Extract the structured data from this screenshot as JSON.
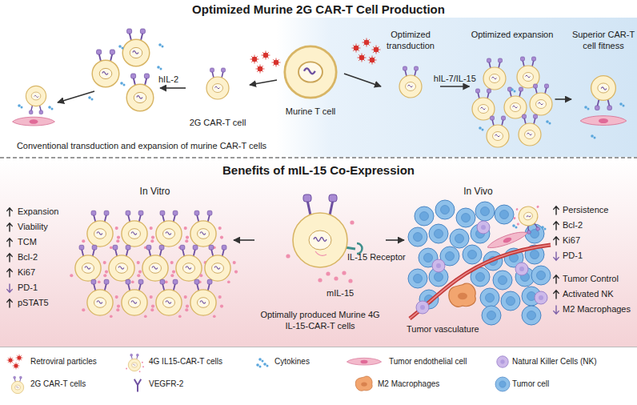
{
  "diagram": {
    "title": "Optimized Murine 2G CAR-T Cell Production",
    "nodes": [
      {
        "text": [
          "Murine T cell"
        ]
      },
      {
        "text": [
          "2G CAR-T cell"
        ]
      },
      {
        "text": [
          "Optimized transduction"
        ]
      },
      {
        "text": [
          "Optimized expansion"
        ]
      },
      {
        "text": [
          "Superior CAR-T cell fitness"
        ]
      },
      {
        "text": [
          "Optimally produced Murine 4G IL-15-CAR-T cells"
        ]
      },
      {
        "text": [
          "In Vitro"
        ]
      },
      {
        "text": [
          "In Vivo"
        ]
      }
    ],
    "edges": [
      {
        "from": 0,
        "to": 1,
        "arrow": "to"
      },
      {
        "from": 0,
        "to": 2,
        "arrow": "to"
      },
      {
        "from": 2,
        "to": 3,
        "label": "hIL-7/IL-15",
        "arrow": "to"
      },
      {
        "from": 3,
        "to": 4,
        "arrow": "to"
      },
      {
        "from": 5,
        "to": 6,
        "arrow": "to"
      },
      {
        "from": 5,
        "to": 7,
        "arrow": "to"
      }
    ],
    "labels": [
      "hIL-2",
      "Conventional transduction and expansion of murine CAR-T cells",
      "Benefits of mIL-15 Co-Expression",
      "Expansion",
      "Viability",
      "TCM",
      "Bcl-2",
      "Ki67",
      "PD-1",
      "pSTAT5",
      "IL-15 Receptor",
      "mIL-15",
      "Persistence",
      "Bcl-2",
      "Ki67",
      "PD-1",
      "Tumor Control",
      "Activated NK",
      "M2 Macrophages",
      "Tumor vasculature"
    ],
    "legend": [
      {
        "text": "Retroviral particles"
      },
      {
        "text": "4G IL15-CAR-T cells"
      },
      {
        "text": "Cytokines"
      },
      {
        "text": "Tumor endothelial cell"
      },
      {
        "text": "Natural Killer Cells (NK)"
      },
      {
        "text": "2G CAR-T cells"
      },
      {
        "text": "VEGFR-2"
      },
      {
        "text": "M2 Macrophages"
      },
      {
        "text": "Tumor cell"
      }
    ]
  }
}
